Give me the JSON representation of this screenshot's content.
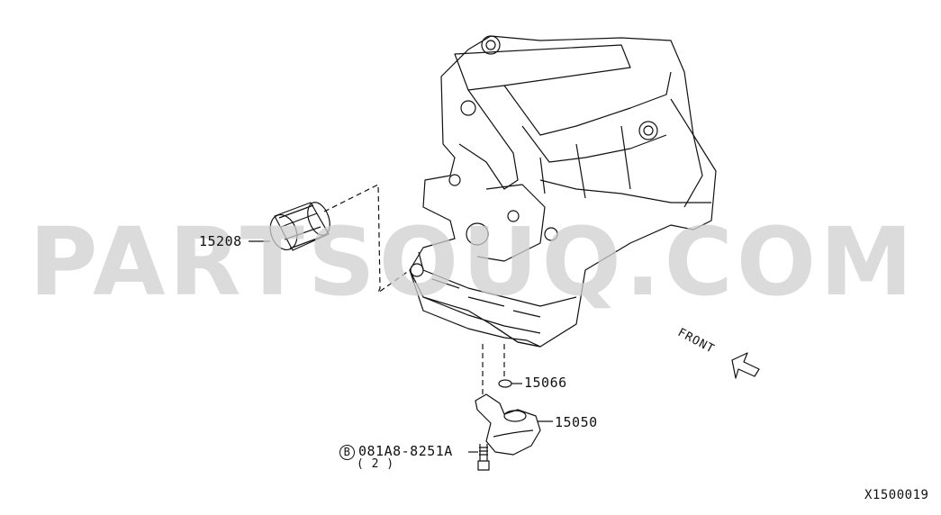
{
  "watermark": "PARTSOUQ.COM",
  "parts": {
    "oil_filter": "15208",
    "o_ring": "15066",
    "oil_strainer": "15050",
    "bolt_marker": "B",
    "bolt_code": "081A8-8251A",
    "bolt_qty": "( 2 )"
  },
  "front_label": "FRONT",
  "diagram_code": "X1500019"
}
